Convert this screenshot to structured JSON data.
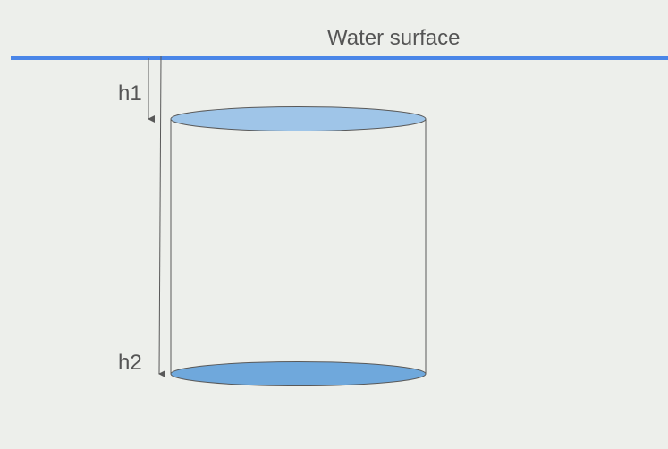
{
  "water_surface": {
    "label": "Water surface",
    "color": "#4A86E8"
  },
  "depth_markers": {
    "h1": "h1",
    "h2": "h2"
  },
  "cylinder": {
    "top_face_color": "#9FC5E8",
    "bottom_face_color": "#6FA8DC",
    "outline_color": "#595959"
  },
  "background_color": "#EDEFEB"
}
